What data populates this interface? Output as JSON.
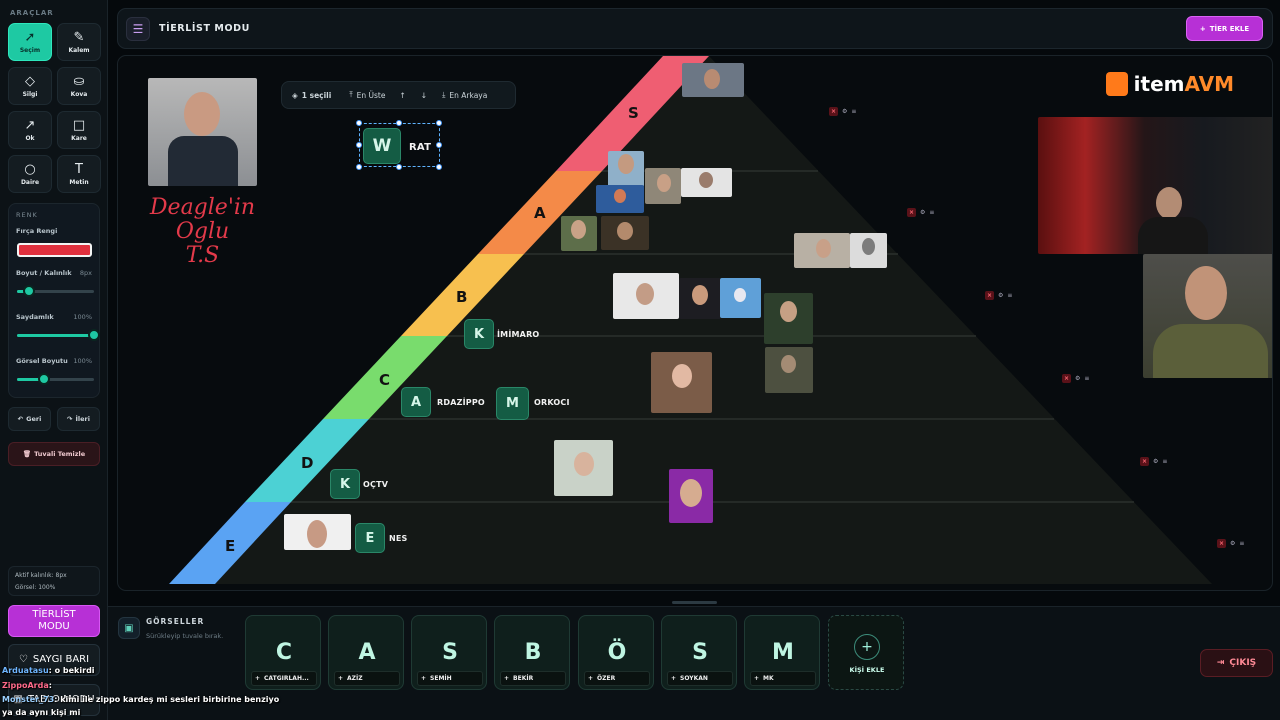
{
  "sidebar": {
    "title": "ARAÇLAR",
    "tools": [
      {
        "label": "Seçim",
        "icon": "cursor-icon"
      },
      {
        "label": "Kalem",
        "icon": "pencil-icon"
      },
      {
        "label": "Silgi",
        "icon": "eraser-icon"
      },
      {
        "label": "Kova",
        "icon": "bucket-icon"
      },
      {
        "label": "Ok",
        "icon": "arrow-icon"
      },
      {
        "label": "Kare",
        "icon": "square-icon"
      },
      {
        "label": "Daire",
        "icon": "circle-icon"
      },
      {
        "label": "Metin",
        "icon": "text-icon"
      }
    ],
    "color_section": "RENK",
    "brush_color_label": "Fırça Rengi",
    "brush_color": "#e0303e",
    "size_label": "Boyut / Kalınlık",
    "size_value": "8px",
    "size_fraction": 0.15,
    "opacity_label": "Saydamlık",
    "opacity_value": "100%",
    "opacity_fraction": 1.0,
    "image_size_label": "Görsel Boyutu",
    "image_size_value": "100%",
    "image_size_fraction": 0.35,
    "undo": "Geri",
    "redo": "İleri",
    "clear": "Tuvali Temizle",
    "active_size": "Aktif kalınlık: 8px",
    "image_info": "Görsel: 100%",
    "mode_tierlist": "TİERLİST MODU",
    "mode_saygi": "SAYGI BARI",
    "mode_tablo": "TABLO MODU"
  },
  "topbar": {
    "title": "TİERLİST MODU",
    "add_tier": "TİER EKLE"
  },
  "selection_toolbar": {
    "selected": "1 seçili",
    "to_front": "En Üste",
    "to_back": "En Arkaya"
  },
  "tiers": [
    {
      "letter": "S",
      "color": "#ef5e72"
    },
    {
      "letter": "A",
      "color": "#f48a48"
    },
    {
      "letter": "B",
      "color": "#f7c04f"
    },
    {
      "letter": "C",
      "color": "#79dc6d"
    },
    {
      "letter": "D",
      "color": "#4cd1d4"
    },
    {
      "letter": "E",
      "color": "#5aa3f3"
    }
  ],
  "cards": [
    {
      "letter": "W",
      "name": "RAT"
    },
    {
      "letter": "K",
      "name": "İMİMARO"
    },
    {
      "letter": "A",
      "name": "RDAZİPPO"
    },
    {
      "letter": "M",
      "name": "ORKOCI"
    },
    {
      "letter": "K",
      "name": "OÇTV"
    },
    {
      "letter": "E",
      "name": "NES"
    }
  ],
  "handwriting": [
    "Deagle'in",
    "Oglu",
    "T.S"
  ],
  "logo": {
    "brand_a": "item",
    "brand_b": "AVM"
  },
  "tray": {
    "title": "GÖRSELLER",
    "subtitle": "Sürükleyip tuvale bırak.",
    "people": [
      {
        "initial": "C",
        "name": "CATGIRLAH..."
      },
      {
        "initial": "A",
        "name": "AZİZ"
      },
      {
        "initial": "S",
        "name": "SEMİH"
      },
      {
        "initial": "B",
        "name": "BEKİR"
      },
      {
        "initial": "Ö",
        "name": "ÖZER"
      },
      {
        "initial": "S",
        "name": "SOYKAN"
      },
      {
        "initial": "M",
        "name": "MK"
      }
    ],
    "add_person": "KİŞİ EKLE",
    "exit": "ÇIKIŞ"
  },
  "chat": [
    {
      "user": "Arduatasu",
      "text": ": o bekirdi"
    },
    {
      "user": "ZippoArda",
      "text": ":"
    },
    {
      "user": "Monster_73",
      "text": ": kimi ile zippo kardeş mi sesleri birbirine benziyo"
    },
    {
      "user": "",
      "text": "ya da aynı kişi mi"
    }
  ]
}
